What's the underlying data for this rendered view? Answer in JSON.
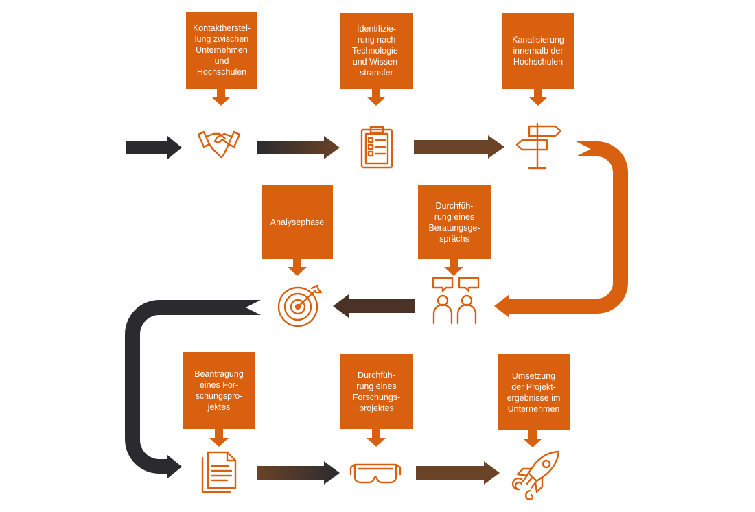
{
  "colors": {
    "orange": "#D8600F",
    "dark": "#2A2A2F",
    "brown": "#5A3A22"
  },
  "steps": [
    {
      "label": "Kontaktherstel-\nlung zwischen\nUnternehmen\nund\nHochschulen",
      "icon": "handshake-icon"
    },
    {
      "label": "Identifizie-\nrung nach\nTechnologie-\nund Wissen-\nstransfer",
      "icon": "clipboard-checklist-icon"
    },
    {
      "label": "Kanalisierung\ninnerhalb der\nHochschulen",
      "icon": "signpost-icon"
    },
    {
      "label": "Durchfüh-\nrung eines\nBeratungsge-\nsprächs",
      "icon": "consultation-people-icon"
    },
    {
      "label": "Analysephase",
      "icon": "target-icon"
    },
    {
      "label": "Beantragung\neines For-\nschungspro-\njektes",
      "icon": "documents-icon"
    },
    {
      "label": "Durchfüh-\nrung eines\nForschungs-\nprojektes",
      "icon": "safety-goggles-icon"
    },
    {
      "label": "Umsetzung\nder Projekt-\nergebnisse im\nUnternehmen",
      "icon": "rocket-icon"
    }
  ]
}
